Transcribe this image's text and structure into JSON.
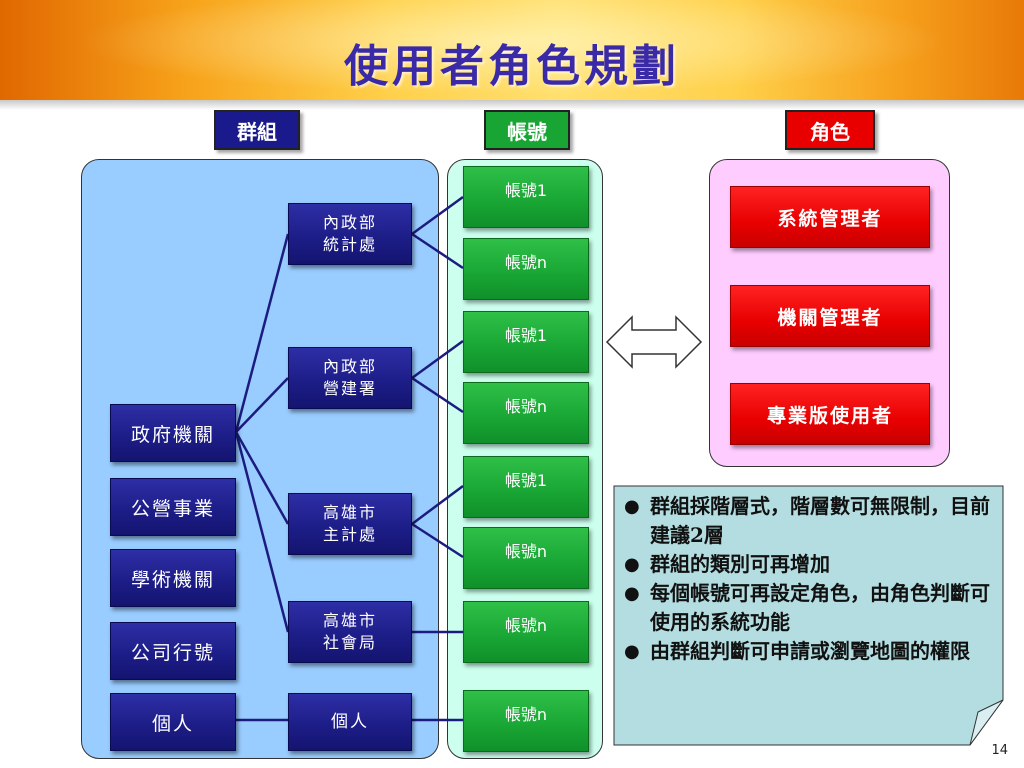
{
  "title": "使用者角色規劃",
  "headers": {
    "group": "群組",
    "account": "帳號",
    "role": "角色"
  },
  "colors": {
    "group_header": "#1a1a8c",
    "account_header": "#18a534",
    "role_header": "#e80000",
    "group_panel": "#99ccff",
    "account_panel": "#ccffee",
    "role_panel": "#ffccff",
    "note_bg": "#b3dde0"
  },
  "groups": {
    "level1": [
      "政府機關",
      "公營事業",
      "學術機關",
      "公司行號",
      "個人"
    ],
    "level2": [
      {
        "line1": "內政部",
        "line2": "統計處"
      },
      {
        "line1": "內政部",
        "line2": "營建署"
      },
      {
        "line1": "高雄市",
        "line2": "主計處"
      },
      {
        "line1": "高雄市",
        "line2": "社會局"
      },
      {
        "line1": "個人",
        "line2": ""
      }
    ]
  },
  "accounts": [
    "帳號1",
    "帳號n",
    "帳號1",
    "帳號n",
    "帳號1",
    "帳號n",
    "帳號n",
    "帳號n"
  ],
  "roles": [
    "系統管理者",
    "機關管理者",
    "專業版使用者"
  ],
  "arrow_icon": "double-arrow-icon",
  "notes": [
    {
      "text": "群組採階層式，階層數可無限制，目前建議2層"
    },
    {
      "text": "群組的類別可再增加"
    },
    {
      "text": "每個帳號可再設定角色，由角色判斷可使用的系統功能"
    },
    {
      "text": "由群組判斷可申請或瀏覽地圖的權限"
    }
  ],
  "page_number": "14"
}
